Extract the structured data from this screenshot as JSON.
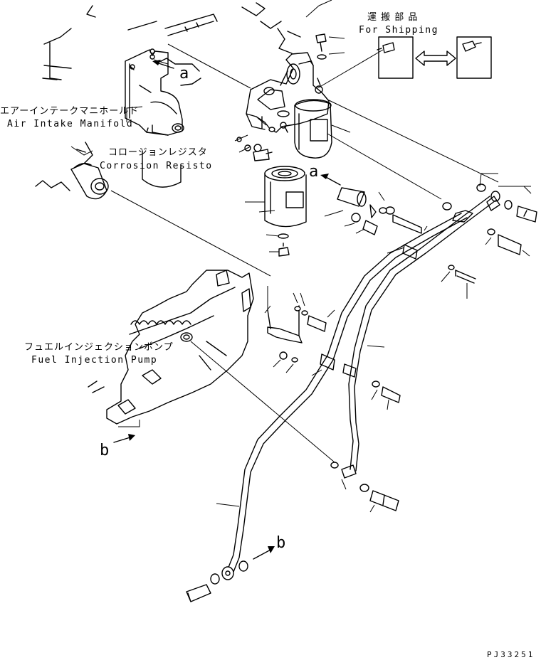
{
  "labels": {
    "shipping_jp": "運 搬 部 品",
    "shipping_en": "For Shipping",
    "manifold_jp": "エアーインテークマニホールド",
    "manifold_en": "Air Intake Manifold",
    "corrosion_jp": "コロージョンレジスタ",
    "corrosion_en": "Corrosion Resisto",
    "pump_jp": "フュエルインジェクションポンプ",
    "pump_en": "Fuel Injection Pump",
    "ref_a": "a",
    "ref_b": "b",
    "drawing_code": "PJ33251"
  },
  "colors": {
    "line": "#000000",
    "background": "#ffffff"
  }
}
